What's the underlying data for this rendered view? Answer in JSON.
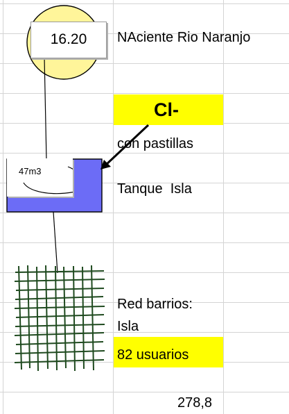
{
  "source": {
    "value": "16.20",
    "label": "NAciente Rio Naranjo"
  },
  "chlorine": {
    "label": "Cl-",
    "note": "con pastillas"
  },
  "tank": {
    "volume": "47m3",
    "label": "Tanque  Isla"
  },
  "network": {
    "label_line1": "Red barrios:",
    "label_line2": "Isla",
    "users": "82 usuarios"
  },
  "cell_total": "278,8",
  "colors": {
    "source_circle": "#fff59a",
    "tank_fill": "#6c6cf6",
    "highlight": "#ffff00",
    "grid_lines": "#1f4a1f",
    "sheet_gridlines": "#d4d4d4"
  }
}
